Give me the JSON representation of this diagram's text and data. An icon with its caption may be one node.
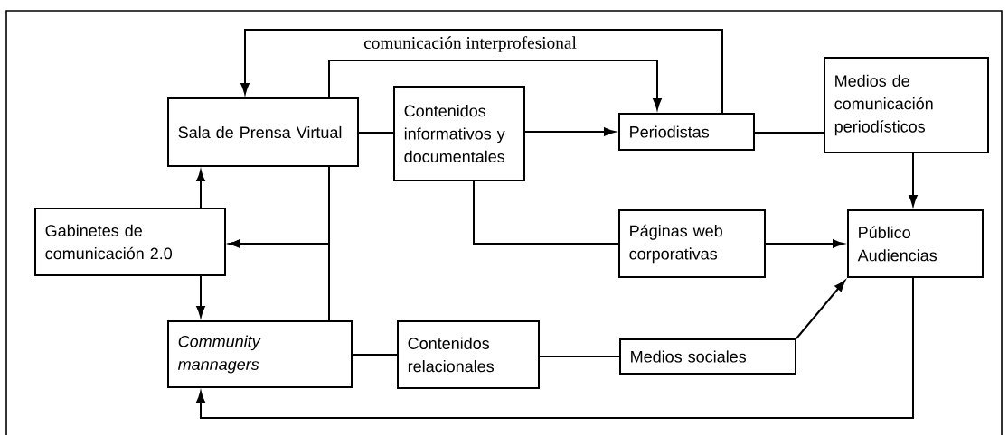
{
  "diagram": {
    "nodes": [
      {
        "text": [
          "Sala de Prensa Virtual"
        ]
      },
      {
        "text": [
          "Contenidos informativos y documentales"
        ]
      },
      {
        "text": [
          "Periodistas"
        ]
      },
      {
        "text": [
          "Medios de comunicación periodísticos"
        ]
      },
      {
        "text": [
          "Gabinetes de comunicación 2.0"
        ]
      },
      {
        "text": [
          "Páginas web corporativas"
        ]
      },
      {
        "text": [
          "Público Audiencias"
        ]
      },
      {
        "text": [
          "Community mannagers"
        ]
      },
      {
        "text": [
          "Contenidos relacionales"
        ]
      },
      {
        "text": [
          "Medios sociales"
        ]
      }
    ],
    "edges": [
      {
        "from": 2,
        "to": 0,
        "arrow": "to"
      },
      {
        "from": 0,
        "to": 2,
        "arrow": "to",
        "label": "comunicación interprofesional"
      },
      {
        "from": 0,
        "to": 1,
        "arrow": "none"
      },
      {
        "from": 1,
        "to": 2,
        "arrow": "to"
      },
      {
        "from": 2,
        "to": 3,
        "arrow": "none"
      },
      {
        "from": 3,
        "to": 6,
        "arrow": "to"
      },
      {
        "from": 4,
        "to": 0,
        "arrow": "to"
      },
      {
        "from": 4,
        "to": 7,
        "arrow": "to"
      },
      {
        "from": 0,
        "to": 4,
        "arrow": "to"
      },
      {
        "from": 7,
        "to": 4,
        "arrow": "to"
      },
      {
        "from": 1,
        "to": 5,
        "arrow": "none"
      },
      {
        "from": 5,
        "to": 6,
        "arrow": "to"
      },
      {
        "from": 7,
        "to": 8,
        "arrow": "none"
      },
      {
        "from": 8,
        "to": 9,
        "arrow": "none"
      },
      {
        "from": 9,
        "to": 6,
        "arrow": "to"
      },
      {
        "from": 6,
        "to": 7,
        "arrow": "to"
      }
    ]
  }
}
